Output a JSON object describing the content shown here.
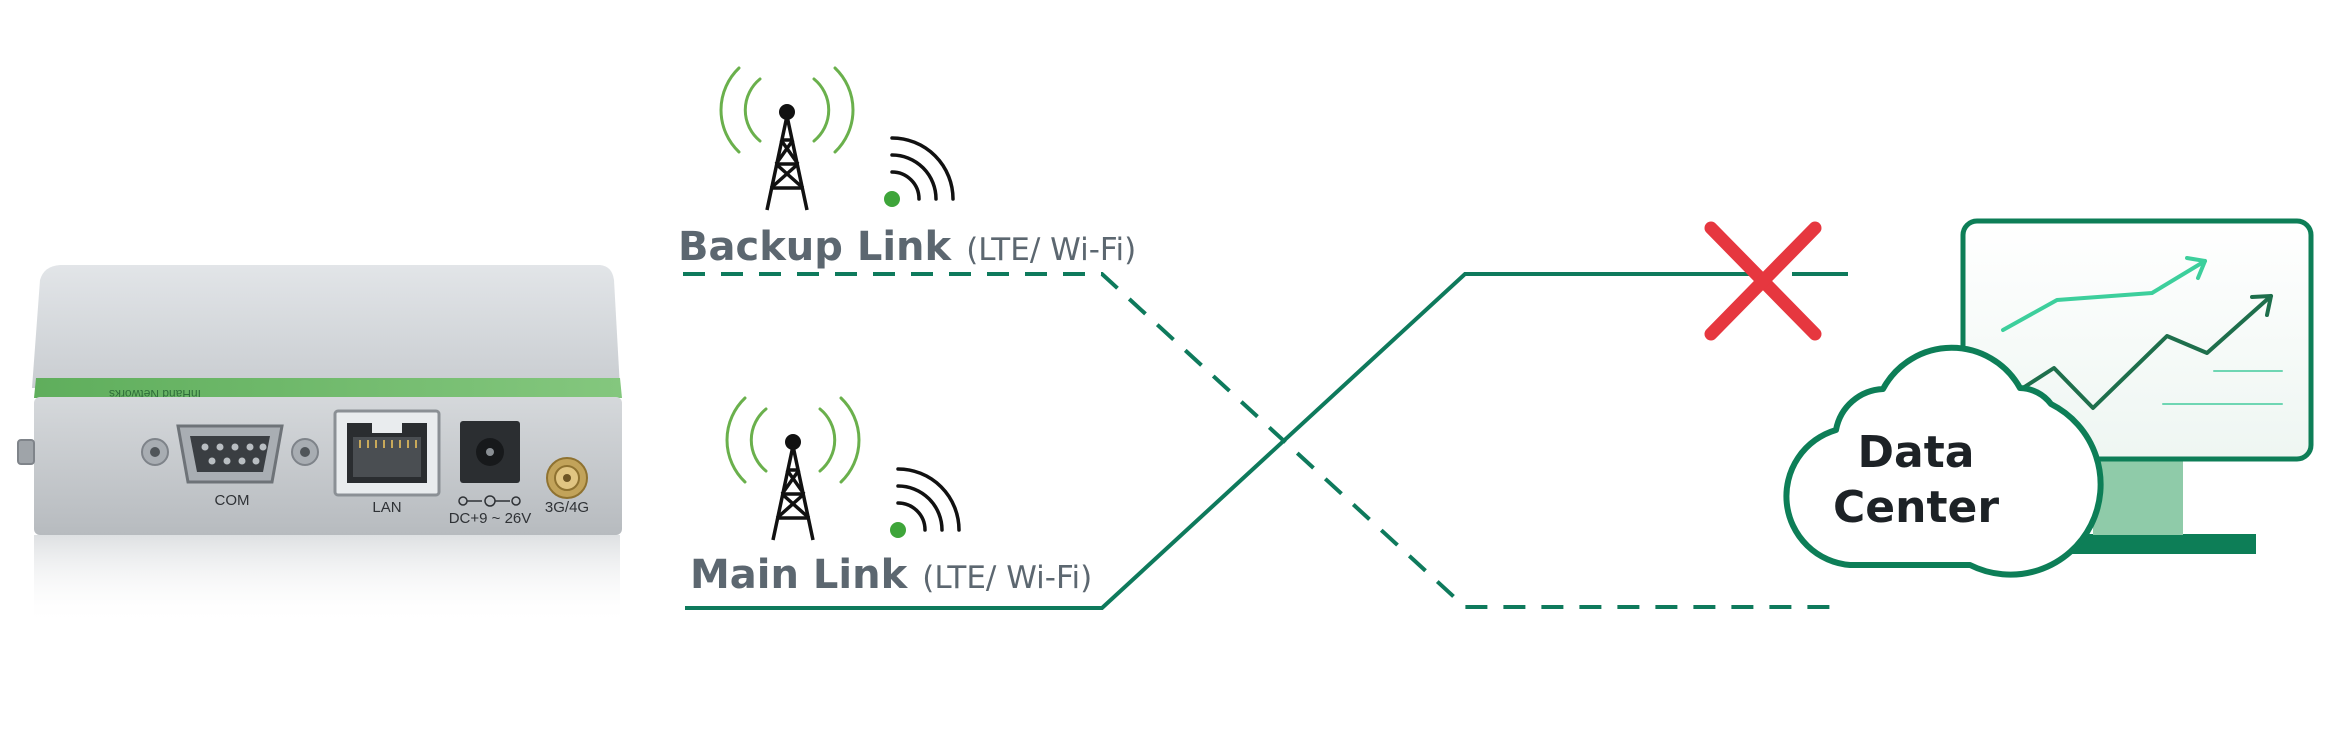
{
  "diagram": {
    "router": {
      "brand": "InHand Networks",
      "ports": {
        "com": "COM",
        "lan": "LAN",
        "power": "DC+9 ~ 26V",
        "antenna": "3G/4G"
      }
    },
    "backup_link": {
      "title": "Backup Link",
      "subtitle": "(LTE/ Wi-Fi)",
      "style": "dashed"
    },
    "main_link": {
      "title": "Main Link",
      "subtitle": "(LTE/ Wi-Fi)",
      "style": "solid"
    },
    "data_center": {
      "line1": "Data",
      "line2": "Center"
    },
    "icons": {
      "towers": "cell-tower-icon",
      "wifi": "wifi-signal-icon",
      "failure": "failure-x-icon",
      "monitor": "monitor-chart-icon",
      "cloud": "cloud-icon"
    },
    "colors": {
      "link_line": "#0e7a5c",
      "tower_waves": "#6ab04c",
      "wifi_dot": "#3ea53a",
      "failure_mark": "#e6373f",
      "label_text": "#5c6770",
      "monitor_frame": "#0d7e57",
      "monitor_stand": "#8fcba9"
    }
  }
}
